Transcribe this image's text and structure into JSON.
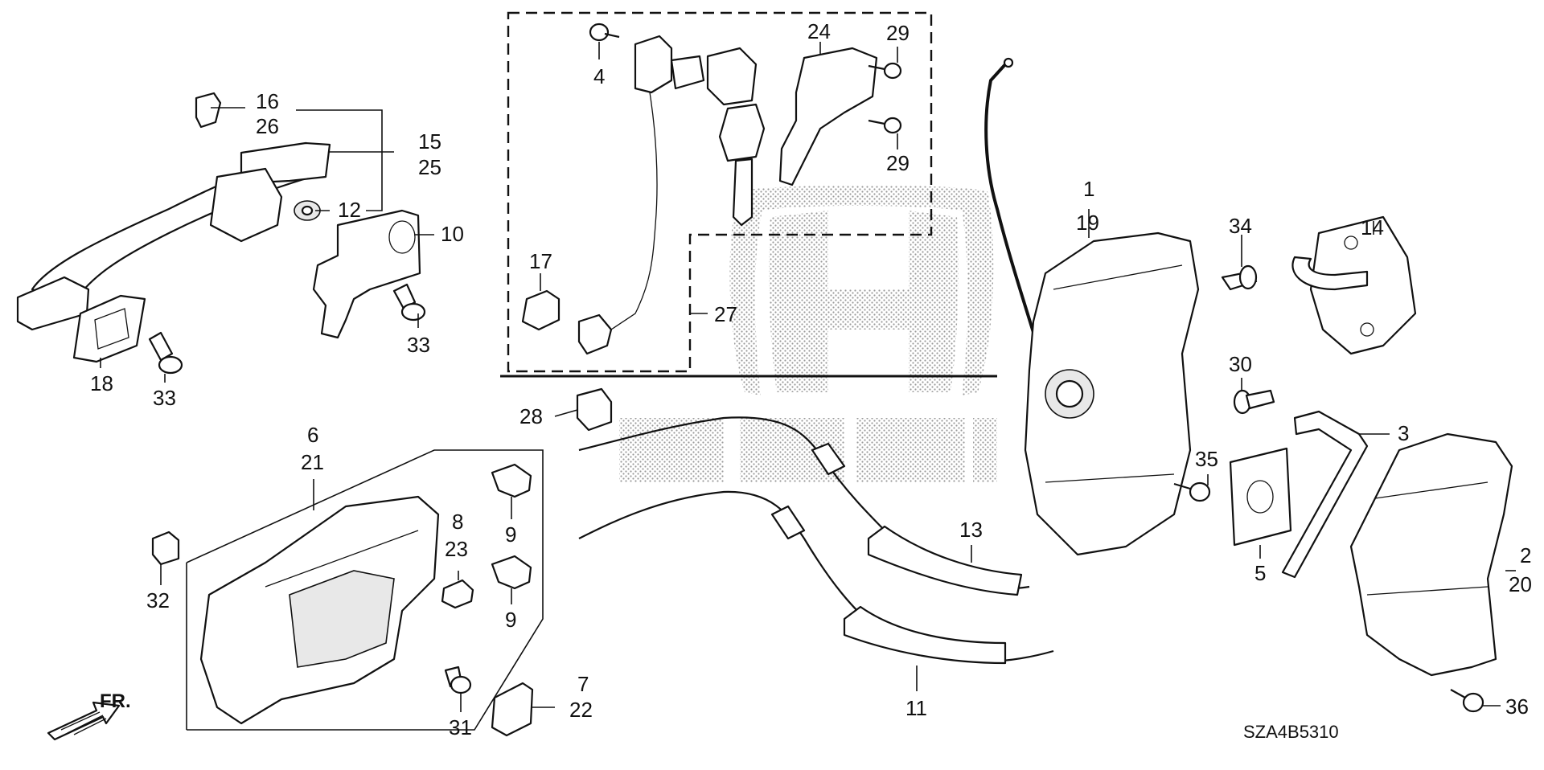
{
  "diagram": {
    "catalog_code": "SZA4B5310",
    "front_marker": "FR.",
    "callouts": {
      "c1": "1",
      "c2": "2",
      "c3": "3",
      "c4": "4",
      "c5": "5",
      "c6": "6",
      "c7": "7",
      "c8": "8",
      "c9a": "9",
      "c9b": "9",
      "c10": "10",
      "c11": "11",
      "c12": "12",
      "c13": "13",
      "c14": "14",
      "c15": "15",
      "c16": "16",
      "c17": "17",
      "c18": "18",
      "c19": "19",
      "c20": "20",
      "c21": "21",
      "c22": "22",
      "c23": "23",
      "c24": "24",
      "c25": "25",
      "c26": "26",
      "c27": "27",
      "c28": "28",
      "c29a": "29",
      "c29b": "29",
      "c30": "30",
      "c31": "31",
      "c32": "32",
      "c33a": "33",
      "c33b": "33",
      "c34": "34",
      "c35": "35",
      "c36": "36"
    }
  }
}
